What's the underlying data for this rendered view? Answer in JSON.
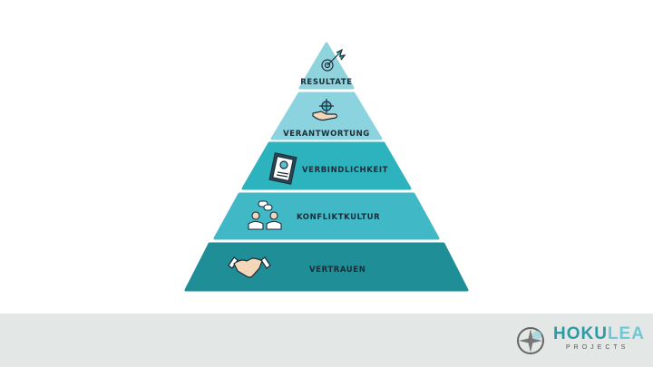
{
  "pyramid": {
    "levels": [
      {
        "label": "RESULTATE",
        "icon": "target-arrow-icon",
        "color": "#8fd3dc"
      },
      {
        "label": "VERANTWORTUNG",
        "icon": "hand-target-icon",
        "color": "#8bd3df"
      },
      {
        "label": "VERBINDLICHKEIT",
        "icon": "clipboard-check-icon",
        "color": "#2db3bd"
      },
      {
        "label": "KONFLIKTKULTUR",
        "icon": "people-chat-icon",
        "color": "#40b8c6"
      },
      {
        "label": "VERTRAUEN",
        "icon": "handshake-icon",
        "color": "#1f8e96"
      }
    ]
  },
  "footer": {
    "logo_main_a": "HOKU",
    "logo_main_b": "LEA",
    "logo_sub": "PROJECTS"
  }
}
